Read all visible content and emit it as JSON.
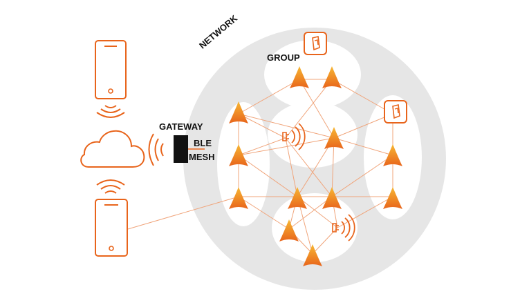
{
  "labels": {
    "network": "NETWORK",
    "group": "GROUP",
    "gateway": "GATEWAY",
    "ble": "BLE",
    "mesh": "MESH"
  },
  "colors": {
    "accent": "#e8641b",
    "node_top": "#f7b733",
    "node_bottom": "#e8641b",
    "background_shape": "#e6e6e6",
    "line": "#f0a47a",
    "gateway_block": "#111111"
  },
  "icons": [
    "smartphone-icon",
    "cloud-icon",
    "wireless-signal-icon",
    "light-switch-icon",
    "bluetooth-device-icon",
    "mesh-node-icon"
  ]
}
